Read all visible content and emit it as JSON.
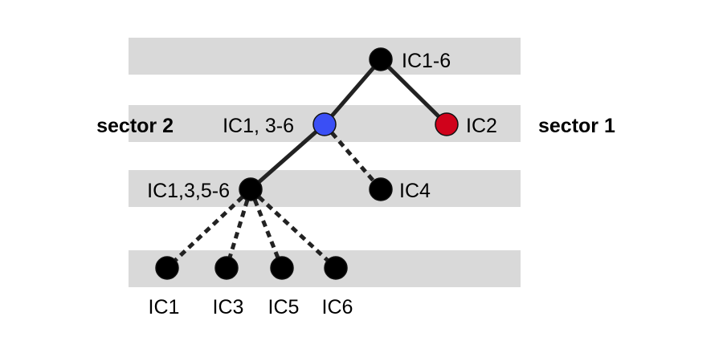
{
  "colors": {
    "band": "#d9d9d9",
    "edge": "#222222",
    "node_default": "#000000",
    "node_blue": "#3a4ff5",
    "node_red": "#d0021b"
  },
  "sectors": {
    "left": "sector 2",
    "right": "sector 1"
  },
  "nodes": [
    {
      "id": "root",
      "label": "IC1-6",
      "color": "node_default"
    },
    {
      "id": "n1",
      "label": "IC1, 3-6",
      "color": "node_blue"
    },
    {
      "id": "n2",
      "label": "IC2",
      "color": "node_red"
    },
    {
      "id": "n3",
      "label": "IC1,3,5-6",
      "color": "node_default"
    },
    {
      "id": "n4",
      "label": "IC4",
      "color": "node_default"
    },
    {
      "id": "l1",
      "label": "IC1",
      "color": "node_default"
    },
    {
      "id": "l3",
      "label": "IC3",
      "color": "node_default"
    },
    {
      "id": "l5",
      "label": "IC5",
      "color": "node_default"
    },
    {
      "id": "l6",
      "label": "IC6",
      "color": "node_default"
    }
  ],
  "edges": [
    {
      "from": "root",
      "to": "n1",
      "style": "solid"
    },
    {
      "from": "root",
      "to": "n2",
      "style": "solid"
    },
    {
      "from": "n1",
      "to": "n3",
      "style": "solid"
    },
    {
      "from": "n1",
      "to": "n4",
      "style": "dashed"
    },
    {
      "from": "n3",
      "to": "l1",
      "style": "dashed"
    },
    {
      "from": "n3",
      "to": "l3",
      "style": "dashed"
    },
    {
      "from": "n3",
      "to": "l5",
      "style": "dashed"
    },
    {
      "from": "n3",
      "to": "l6",
      "style": "dashed"
    }
  ]
}
